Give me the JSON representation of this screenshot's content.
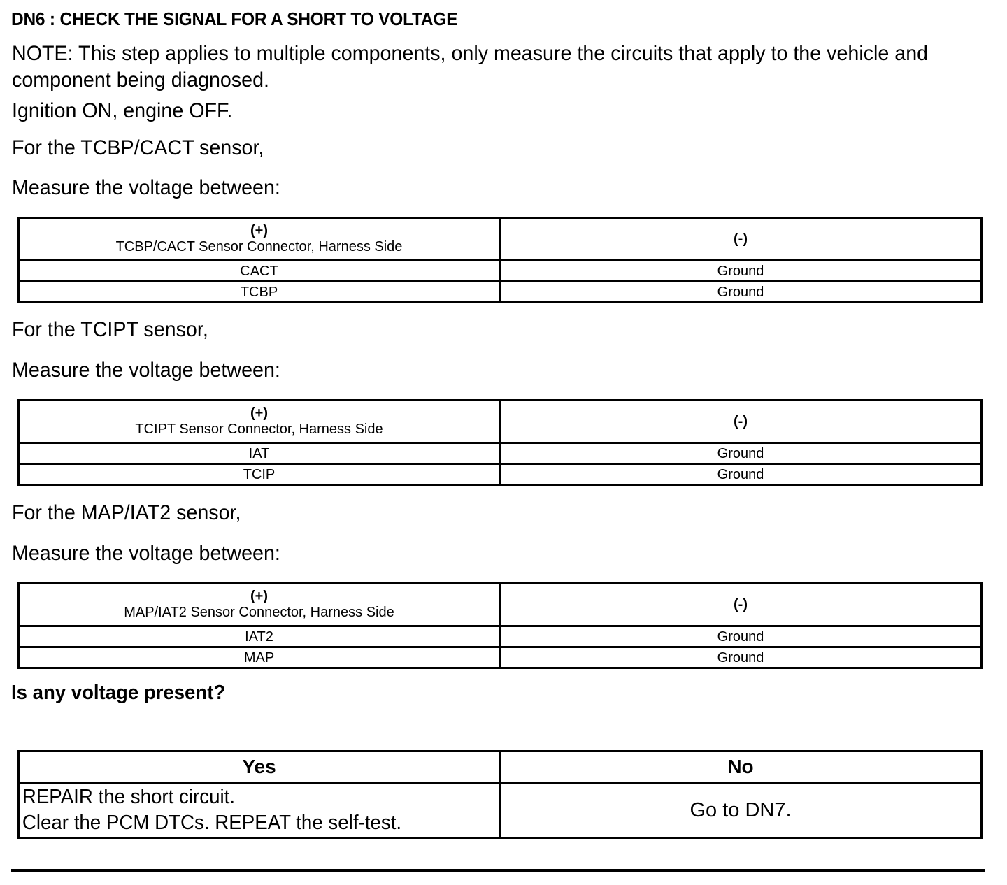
{
  "document": {
    "step_id": "DN6",
    "title": "DN6 : CHECK THE SIGNAL FOR A SHORT TO VOLTAGE",
    "note": "NOTE: This step applies to multiple components, only measure the circuits that apply to the vehicle and component being diagnosed.",
    "instructions": {
      "ignition": "Ignition ON, engine OFF.",
      "sensor_1": "For the TCBP/CACT sensor,",
      "measure_1": "Measure the voltage between:",
      "sensor_2": "For the TCIPT sensor,",
      "measure_2": "Measure the voltage between:",
      "sensor_3": "For the MAP/IAT2 sensor,",
      "measure_3": "Measure the voltage between:"
    },
    "question": "Is any voltage present?"
  },
  "tables": {
    "tcbp_cact": {
      "header": {
        "positive_sign": "(+)",
        "positive_desc": "TCBP/CACT Sensor Connector, Harness Side",
        "negative_sign": "(-)",
        "negative_desc": ""
      },
      "rows": [
        {
          "positive": "CACT",
          "negative": "Ground"
        },
        {
          "positive": "TCBP",
          "negative": "Ground"
        }
      ]
    },
    "tcipt": {
      "header": {
        "positive_sign": "(+)",
        "positive_desc": "TCIPT Sensor Connector, Harness Side",
        "negative_sign": "(-)",
        "negative_desc": ""
      },
      "rows": [
        {
          "positive": "IAT",
          "negative": "Ground"
        },
        {
          "positive": "TCIP",
          "negative": "Ground"
        }
      ]
    },
    "map_iat2": {
      "header": {
        "positive_sign": "(+)",
        "positive_desc": "MAP/IAT2 Sensor Connector, Harness Side",
        "negative_sign": "(-)",
        "negative_desc": ""
      },
      "rows": [
        {
          "positive": "IAT2",
          "negative": "Ground"
        },
        {
          "positive": "MAP",
          "negative": "Ground"
        }
      ]
    }
  },
  "decision": {
    "yes_label": "Yes",
    "no_label": "No",
    "yes_action_line1": "REPAIR the short circuit.",
    "yes_action_line2": "Clear the PCM DTCs. REPEAT the self-test.",
    "no_action": "Go to DN7."
  },
  "colors": {
    "text": "#000000",
    "background": "#ffffff",
    "border": "#000000"
  }
}
